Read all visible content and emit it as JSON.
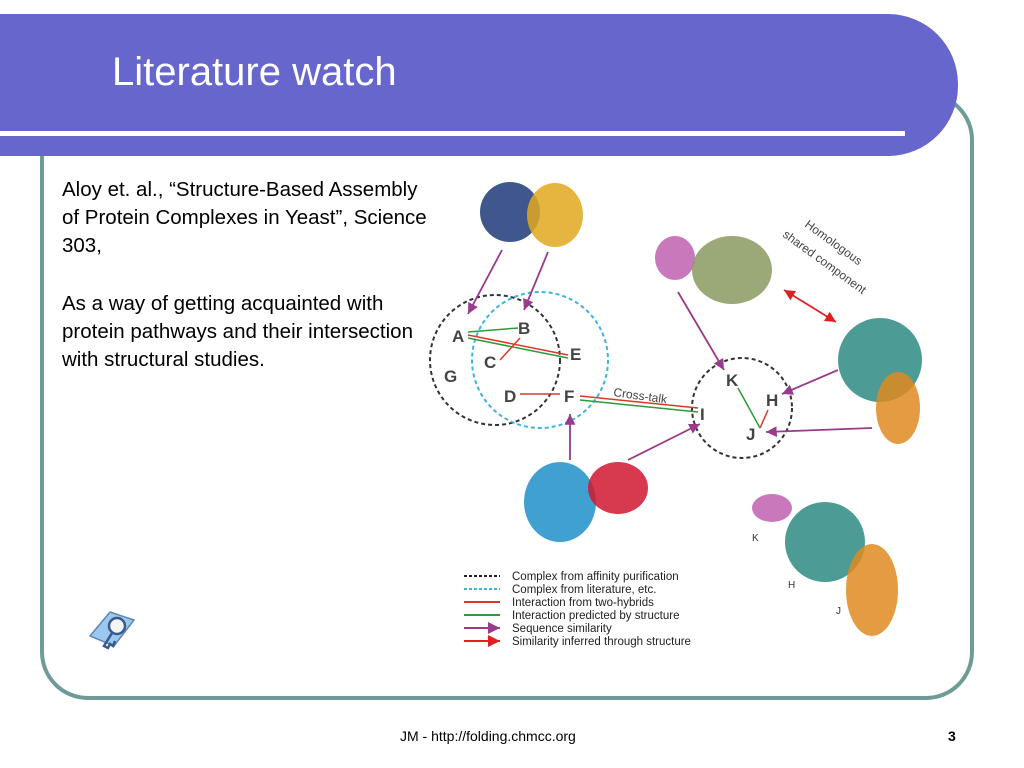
{
  "slide": {
    "title": "Literature watch",
    "paragraphs": [
      "Aloy et. al., “Structure-Based Assembly of Protein Complexes in Yeast”, Science 303,",
      "As a way of getting acquainted with protein pathways and their intersection with structural studies."
    ],
    "footer": "JM - http://folding.chmcc.org",
    "page_number": "3"
  },
  "figure": {
    "nodes": [
      "A",
      "B",
      "C",
      "E",
      "G",
      "D",
      "F",
      "K",
      "H",
      "I",
      "J"
    ],
    "cross_talk_label": "Cross-talk",
    "homologous_label_1": "Homologous",
    "homologous_label_2": "shared component",
    "inset_labels": [
      "K",
      "H",
      "J"
    ],
    "legend": [
      {
        "label": "Complex from affinity purification",
        "color": "#222222",
        "style": "dashed"
      },
      {
        "label": "Complex from literature, etc.",
        "color": "#3bb6d8",
        "style": "dashed"
      },
      {
        "label": "Interaction from two-hybrids",
        "color": "#d83a2a",
        "style": "solid"
      },
      {
        "label": "Interaction predicted by structure",
        "color": "#2c9a3c",
        "style": "solid"
      },
      {
        "label": "Sequence similarity",
        "color": "#9a3a8a",
        "style": "arrow"
      },
      {
        "label": "Similarity inferred through structure",
        "color": "#e02020",
        "style": "arrow"
      }
    ]
  },
  "colors": {
    "title_bar": "#6666cc",
    "frame_border": "#6f9b96",
    "protein_navy": "#1f3a7a",
    "protein_gold": "#e0a81e",
    "protein_teal": "#2e8a82",
    "protein_orange": "#e08a20",
    "protein_pink": "#c060b0",
    "protein_olive": "#8a9a60",
    "protein_cyan": "#1e90c8",
    "protein_red": "#d01830"
  },
  "icons": {
    "presenter_key": "key-icon"
  }
}
